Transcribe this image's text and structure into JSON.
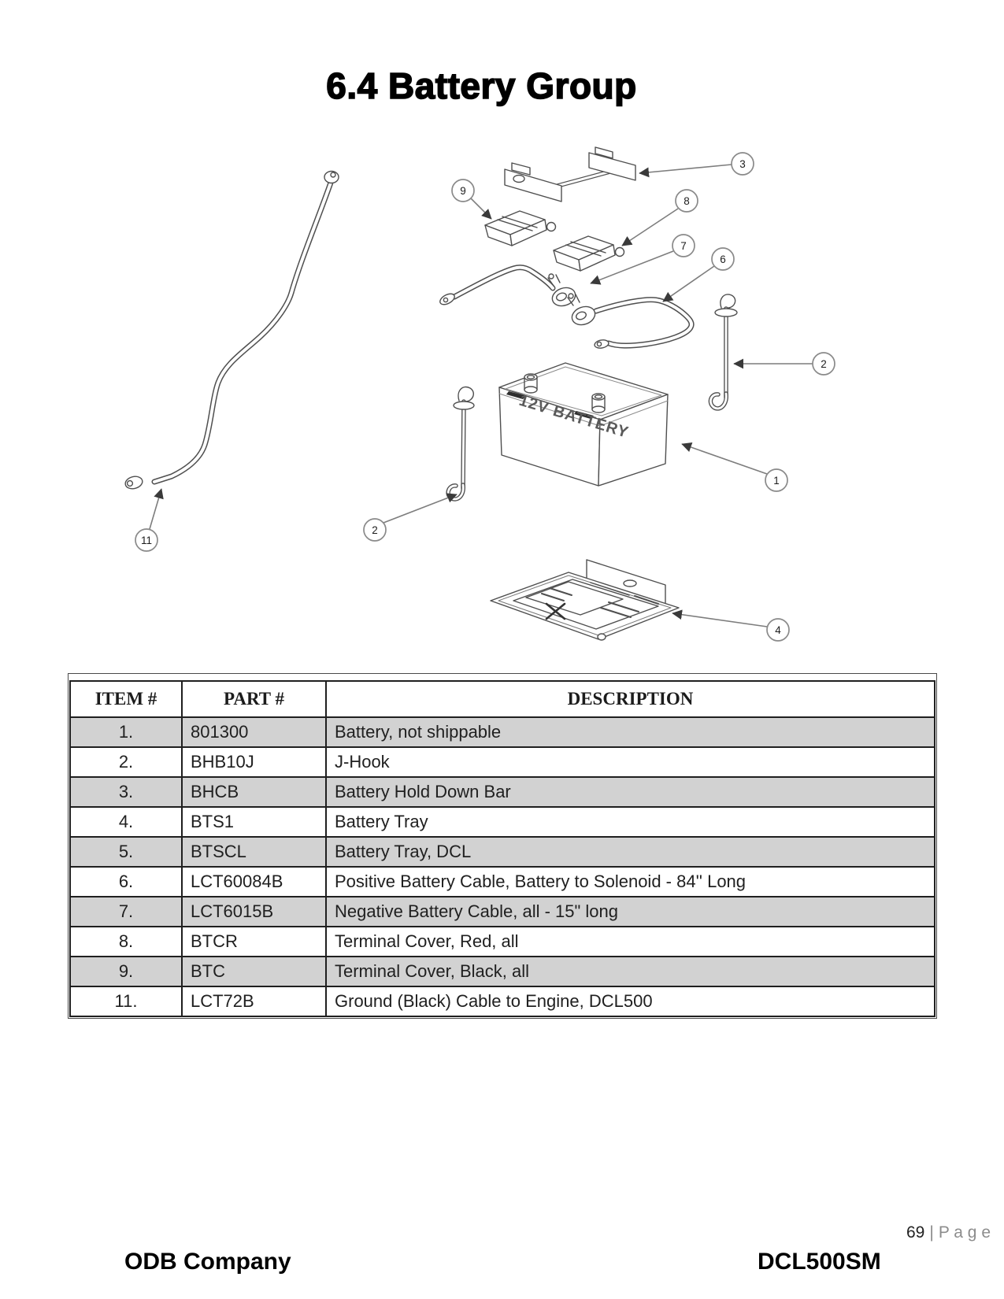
{
  "page": {
    "title": "6.4 Battery Group",
    "footer": {
      "company": "ODB Company",
      "model": "DCL500SM",
      "page_number": "69",
      "page_separator": "|",
      "page_label": "P a g e"
    }
  },
  "diagram": {
    "battery_label": "12V BATTERY",
    "callouts": [
      {
        "label": "3"
      },
      {
        "label": "9"
      },
      {
        "label": "8"
      },
      {
        "label": "7"
      },
      {
        "label": "6"
      },
      {
        "label": "2"
      },
      {
        "label": "1"
      },
      {
        "label": "2"
      },
      {
        "label": "4"
      },
      {
        "label": "11"
      }
    ]
  },
  "table": {
    "headers": [
      "ITEM #",
      "PART #",
      "DESCRIPTION"
    ],
    "rows": [
      {
        "item": "1.",
        "part": "801300",
        "description": "Battery, not shippable"
      },
      {
        "item": "2.",
        "part": "BHB10J",
        "description": "J-Hook"
      },
      {
        "item": "3.",
        "part": "BHCB",
        "description": "Battery Hold Down Bar"
      },
      {
        "item": "4.",
        "part": "BTS1",
        "description": "Battery Tray"
      },
      {
        "item": "5.",
        "part": "BTSCL",
        "description": "Battery Tray, DCL"
      },
      {
        "item": "6.",
        "part": "LCT60084B",
        "description": "Positive Battery Cable, Battery to Solenoid - 84'' Long"
      },
      {
        "item": "7.",
        "part": "LCT6015B",
        "description": "Negative Battery Cable, all - 15\" long"
      },
      {
        "item": "8.",
        "part": "BTCR",
        "description": "Terminal Cover, Red, all"
      },
      {
        "item": "9.",
        "part": "BTC",
        "description": "Terminal Cover, Black, all"
      },
      {
        "item": "11.",
        "part": "LCT72B",
        "description": "Ground (Black) Cable to Engine, DCL500"
      }
    ]
  }
}
